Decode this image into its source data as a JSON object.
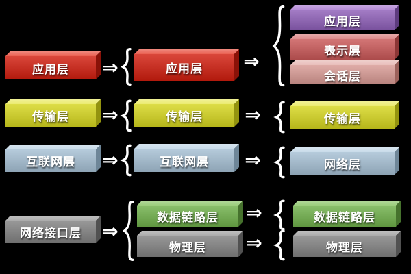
{
  "background_color": "#000000",
  "glyphs": {
    "arrow": "⇒",
    "brace": "{"
  },
  "columns": [
    {
      "id": "left-model",
      "layers": [
        {
          "label": "应用层",
          "front": "#d11e0f",
          "top": "#ea6152",
          "side": "#8a1208"
        },
        {
          "label": "传输层",
          "front": "#d6d61f",
          "top": "#ecec72",
          "side": "#93930f"
        },
        {
          "label": "互联网层",
          "front": "#a6c0d4",
          "top": "#cadcea",
          "side": "#6e8698"
        },
        {
          "label": "网络接口层",
          "front": "#828282",
          "top": "#ababab",
          "side": "#515151"
        }
      ]
    },
    {
      "id": "middle-model",
      "layers": [
        {
          "label": "应用层",
          "front": "#d11e0f",
          "top": "#ea6152",
          "side": "#8a1208"
        },
        {
          "label": "传输层",
          "front": "#d6d61f",
          "top": "#ecec72",
          "side": "#93930f"
        },
        {
          "label": "互联网层",
          "front": "#a6c0d4",
          "top": "#cadcea",
          "side": "#6e8698"
        },
        {
          "label": "数据链路层",
          "front": "#70b14b",
          "top": "#9bcd7c",
          "side": "#46722d"
        },
        {
          "label": "物理层",
          "front": "#828282",
          "top": "#ababab",
          "side": "#515151"
        }
      ]
    },
    {
      "id": "right-model",
      "layers": [
        {
          "label": "应用层",
          "front": "#8f60b9",
          "top": "#b68cd8",
          "side": "#5d3b7e"
        },
        {
          "label": "表示层",
          "front": "#ca5858",
          "top": "#df8c8c",
          "side": "#8b3636"
        },
        {
          "label": "会话层",
          "front": "#d89a94",
          "top": "#e9bfbb",
          "side": "#9b615b"
        },
        {
          "label": "传输层",
          "front": "#d6d61f",
          "top": "#ecec72",
          "side": "#93930f"
        },
        {
          "label": "网络层",
          "front": "#a6c0d4",
          "top": "#cadcea",
          "side": "#6e8698"
        },
        {
          "label": "数据链路层",
          "front": "#70b14b",
          "top": "#9bcd7c",
          "side": "#46722d"
        },
        {
          "label": "物理层",
          "front": "#828282",
          "top": "#ababab",
          "side": "#515151"
        }
      ]
    }
  ]
}
